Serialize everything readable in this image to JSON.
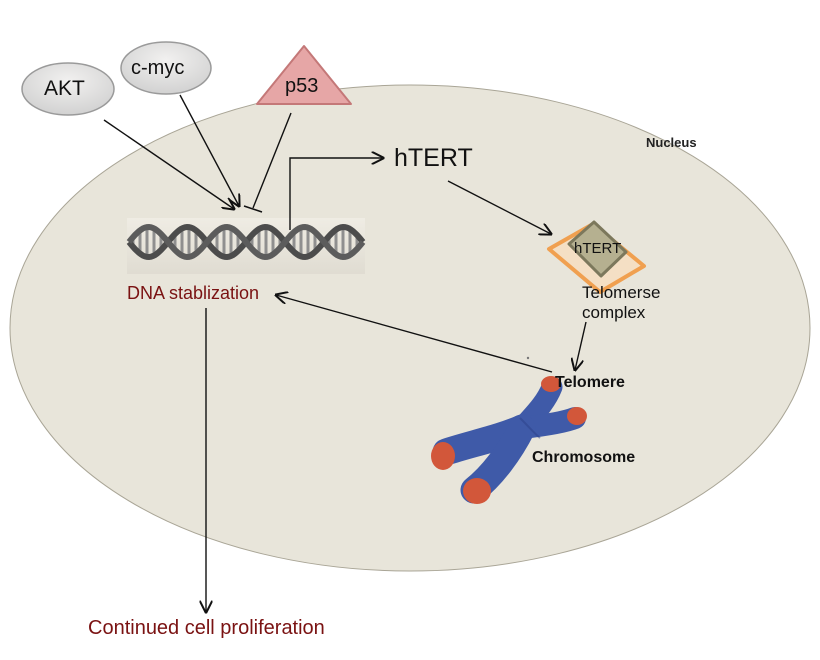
{
  "diagram": {
    "nucleus_label": "Nucleus",
    "regulators": {
      "akt": "AKT",
      "cmyc": "c-myc",
      "p53": "p53"
    },
    "htert_main": "hTERT",
    "htert_box": "hTERT",
    "telomerase_complex": "Telomerse\ncomplex",
    "dna_label": "DNA stablization",
    "telomere_label": "Telomere",
    "chromosome_label": "Chromosome",
    "outcome": "Continued cell proliferation",
    "colors": {
      "nucleus_fill": "#e8e5da",
      "regulator_fill": "#dcdcdc",
      "p53_fill": "#e6a6a6",
      "telomerase_outline": "#f0a050",
      "htert_box_fill": "#b5b090",
      "chromosome_blue": "#3f5aa8",
      "telomere_orange": "#d2573a",
      "label_red": "#7a1212"
    }
  }
}
